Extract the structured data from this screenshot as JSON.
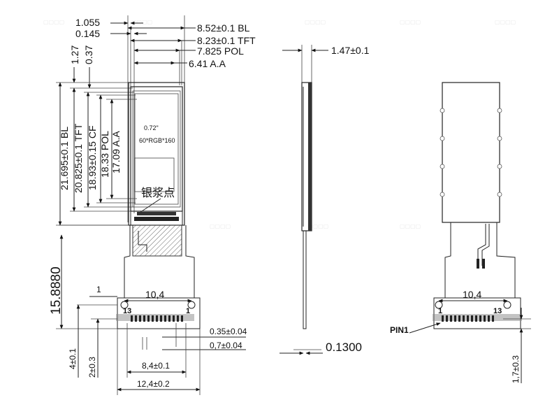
{
  "front_view": {
    "top_dims": [
      "1.055",
      "0.145",
      "8.52±0.1 BL",
      "8.23±0.1 TFT",
      "7.825 POL",
      "6.41 A.A"
    ],
    "left_top_dims": [
      "1.27",
      "0.37"
    ],
    "vertical_dims": [
      "21.695±0.1 BL",
      "20.825±0.1 TFT",
      "18.93±0.15 CF",
      "18.33 POL",
      "17.09 A.A"
    ],
    "screen_text_1": "0.72\"",
    "screen_text_2": "60*RGB*160",
    "callout": "银浆点",
    "fpc_length": "15.8880",
    "pitch_1": "1",
    "span_width": "10,4",
    "pin_13": "13",
    "pin_1": "1",
    "dim_pin_width": "0.35±0.04",
    "dim_pin_pitch": "0,7±0.04",
    "dim_4": "4±0.1",
    "dim_2": "2±0.3",
    "dim_8_4": "8,4±0.1",
    "dim_12_4": "12,4±0.2"
  },
  "side_view": {
    "thickness": "1.47±0.1",
    "fpc_thickness": "0.1300"
  },
  "back_view": {
    "span_width": "10,4",
    "pin_1": "1",
    "pin_13": "13",
    "pin1_label": "PIN1",
    "dim_1_7": "1,7±0.3"
  }
}
